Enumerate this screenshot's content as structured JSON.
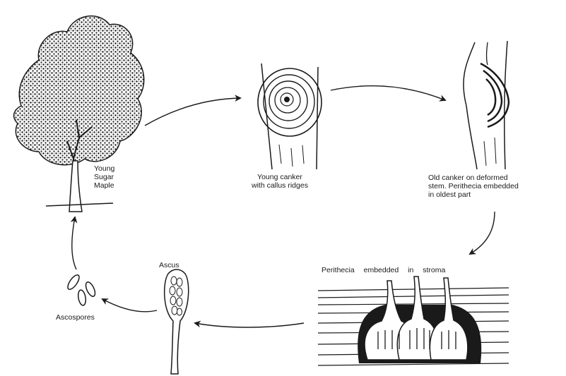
{
  "stages": {
    "tree": {
      "label": "Young\nSugar\nMaple"
    },
    "young_canker": {
      "label": "Young canker\nwith callus ridges"
    },
    "old_canker": {
      "label": "Old canker on deformed\nstem. Perithecia embedded\nin oldest part"
    },
    "perithecia": {
      "label": "Perithecia embedded in stroma"
    },
    "ascus": {
      "label": "Ascus"
    },
    "ascospores": {
      "label": "Ascospores"
    }
  },
  "icons": [
    "maple-tree-icon",
    "young-canker-icon",
    "old-canker-icon",
    "perithecia-icon",
    "ascus-icon",
    "ascospores-icon"
  ],
  "colors": {
    "ink": "#1a1a1a",
    "paper": "#ffffff"
  }
}
